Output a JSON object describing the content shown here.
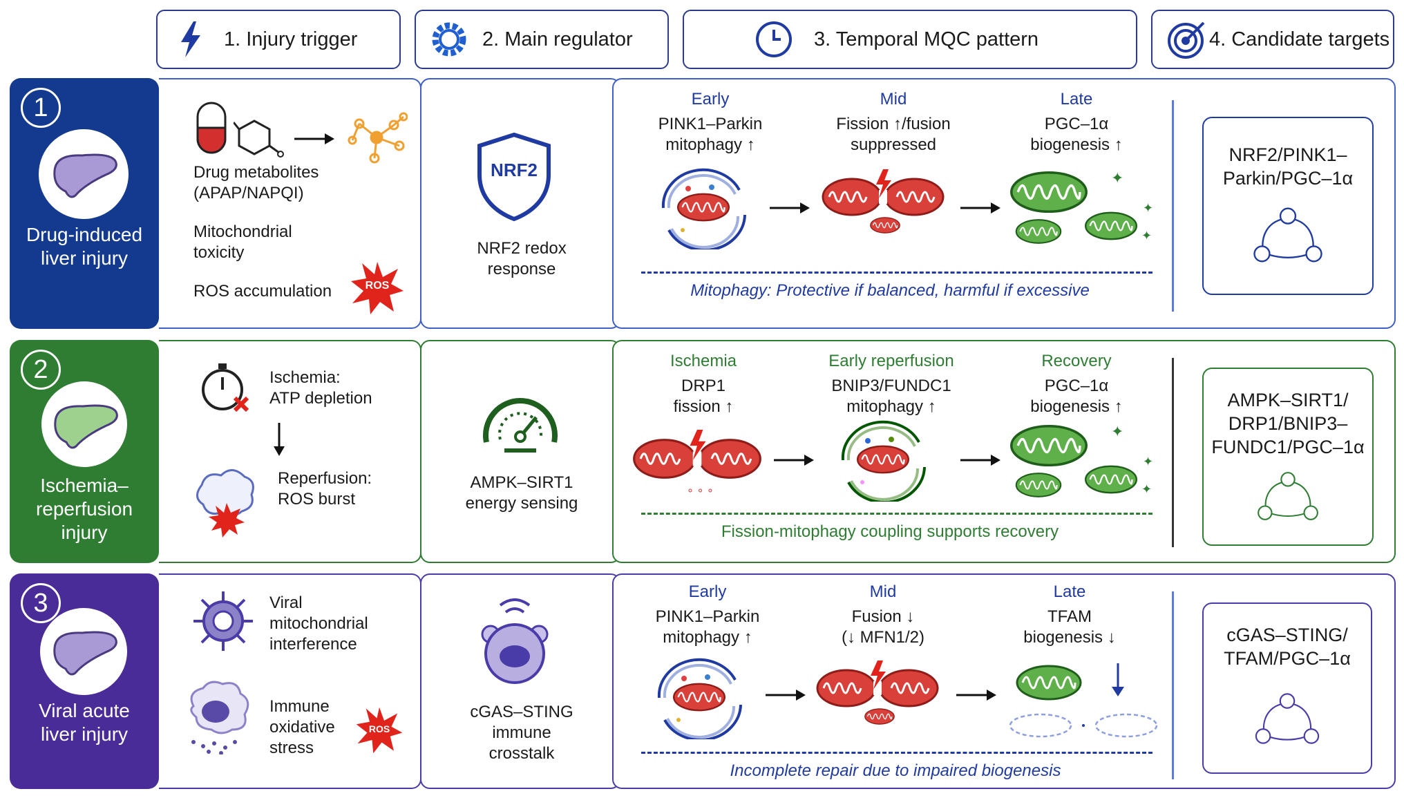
{
  "header": {
    "col1": "1. Injury trigger",
    "col2": "2. Main regulator",
    "col3": "3. Temporal MQC pattern",
    "col4": "4. Candidate targets"
  },
  "colors": {
    "row1": "#143a8f",
    "row2": "#2e7d32",
    "row3": "#4a2c98",
    "red": "#d32f2f",
    "green": "#3a9a3a"
  },
  "rows": [
    {
      "number": "1",
      "label": "Drug-induced\nliver injury",
      "triggers": [
        "Drug metabolites\n(APAP/NAPQI)",
        "Mitochondrial\ntoxicity",
        "ROS accumulation"
      ],
      "ros_badge": "ROS",
      "regulator_badge": "NRF2",
      "regulator": "NRF2 redox\nresponse",
      "stages": [
        {
          "name": "Early",
          "text": "PINK1–Parkin\nmitophagy ↑"
        },
        {
          "name": "Mid",
          "text": "Fission ↑/fusion\nsuppressed"
        },
        {
          "name": "Late",
          "text": "PGC–1α\nbiogenesis ↑"
        }
      ],
      "note": "Mitophagy: Protective if balanced, harmful if excessive",
      "target": "NRF2/PINK1–\nParkin/PGC–1α"
    },
    {
      "number": "2",
      "label": "Ischemia–\nreperfusion\ninjury",
      "triggers": [
        "Ischemia:\nATP depletion",
        "Reperfusion:\nROS burst"
      ],
      "regulator": "AMPK–SIRT1\nenergy sensing",
      "stages": [
        {
          "name": "Ischemia",
          "text": "DRP1\nfission ↑"
        },
        {
          "name": "Early reperfusion",
          "text": "BNIP3/FUNDC1\nmitophagy ↑"
        },
        {
          "name": "Recovery",
          "text": "PGC–1α\nbiogenesis ↑"
        }
      ],
      "note": "Fission-mitophagy coupling supports recovery",
      "target": "AMPK–SIRT1/\nDRP1/BNIP3–\nFUNDC1/PGC–1α"
    },
    {
      "number": "3",
      "label": "Viral acute\nliver injury",
      "triggers": [
        "Viral\nmitochondrial\ninterference",
        "Immune\noxidative\nstress"
      ],
      "ros_badge": "ROS",
      "regulator": "cGAS–STING\nimmune\ncrosstalk",
      "stages": [
        {
          "name": "Early",
          "text": "PINK1–Parkin\nmitophagy ↑"
        },
        {
          "name": "Mid",
          "text": "Fusion ↓\n(↓ MFN1/2)"
        },
        {
          "name": "Late",
          "text": "TFAM\nbiogenesis ↓"
        }
      ],
      "note": "Incomplete repair due to impaired biogenesis",
      "target": "cGAS–STING/\nTFAM/PGC–1α"
    }
  ]
}
